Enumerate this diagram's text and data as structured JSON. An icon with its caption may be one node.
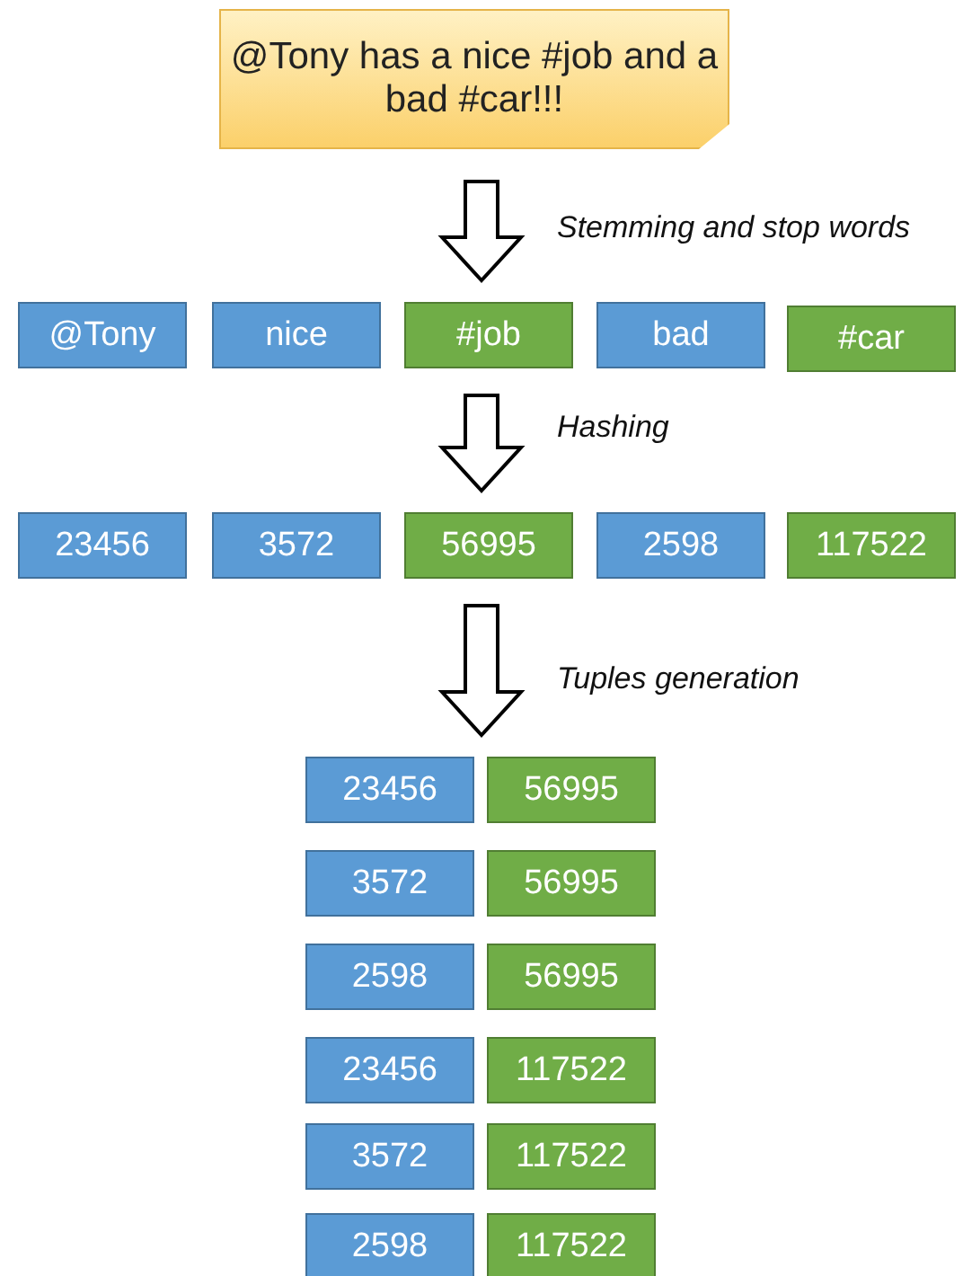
{
  "diagram": {
    "nodes": [
      {
        "text": [
          "@Tony has a nice #job and a bad #car!!!"
        ]
      },
      {
        "text": [
          "@Tony"
        ]
      },
      {
        "text": [
          "nice"
        ]
      },
      {
        "text": [
          "#job"
        ]
      },
      {
        "text": [
          "bad"
        ]
      },
      {
        "text": [
          "#car"
        ]
      },
      {
        "text": [
          "23456"
        ]
      },
      {
        "text": [
          "3572"
        ]
      },
      {
        "text": [
          "56995"
        ]
      },
      {
        "text": [
          "2598"
        ]
      },
      {
        "text": [
          "117522"
        ]
      },
      {
        "text": [
          "23456"
        ]
      },
      {
        "text": [
          "56995"
        ]
      },
      {
        "text": [
          "3572"
        ]
      },
      {
        "text": [
          "56995"
        ]
      },
      {
        "text": [
          "2598"
        ]
      },
      {
        "text": [
          "56995"
        ]
      },
      {
        "text": [
          "23456"
        ]
      },
      {
        "text": [
          "117522"
        ]
      },
      {
        "text": [
          "3572"
        ]
      },
      {
        "text": [
          "117522"
        ]
      },
      {
        "text": [
          "2598"
        ]
      },
      {
        "text": [
          "117522"
        ]
      }
    ],
    "edges": [
      {
        "from": 0,
        "to": 3,
        "arrow": "to",
        "label": "Stemming and stop words"
      },
      {
        "from": 3,
        "to": 8,
        "arrow": "to",
        "label": "Hashing"
      },
      {
        "from": 8,
        "to": 12,
        "arrow": "to",
        "label": "Tuples generation"
      }
    ]
  }
}
